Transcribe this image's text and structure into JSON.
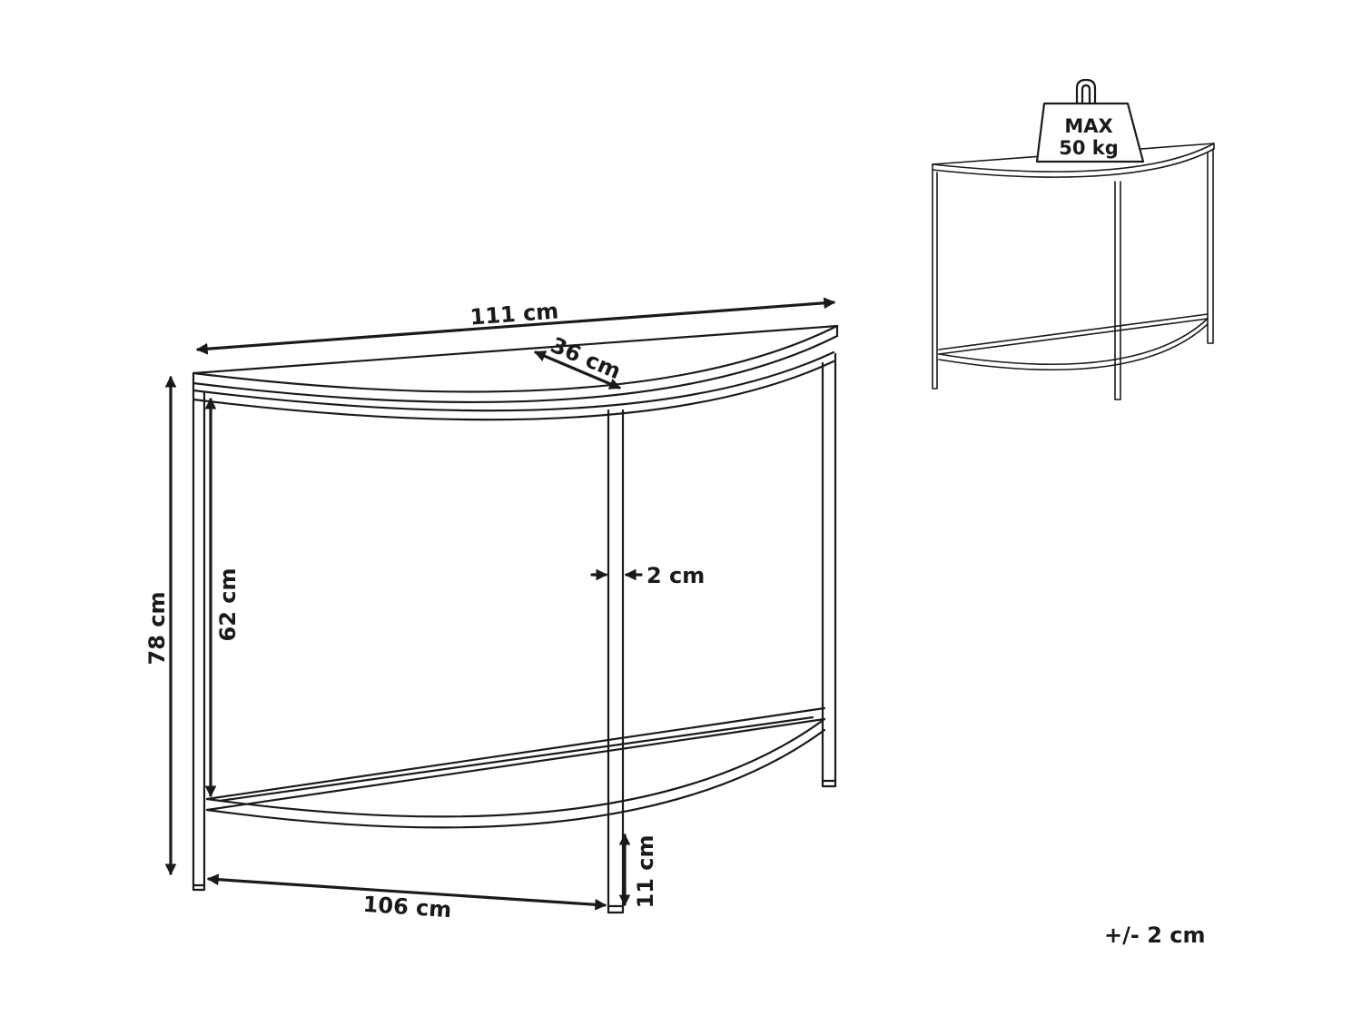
{
  "dimensions": {
    "top_width": "111 cm",
    "depth": "36 cm",
    "total_height": "78 cm",
    "inner_height": "62 cm",
    "leg_width": "2 cm",
    "bottom_width": "106 cm",
    "shelf_clearance": "11 cm"
  },
  "weight_badge": {
    "line1": "MAX",
    "line2": "50 kg"
  },
  "tolerance": "+/- 2 cm"
}
